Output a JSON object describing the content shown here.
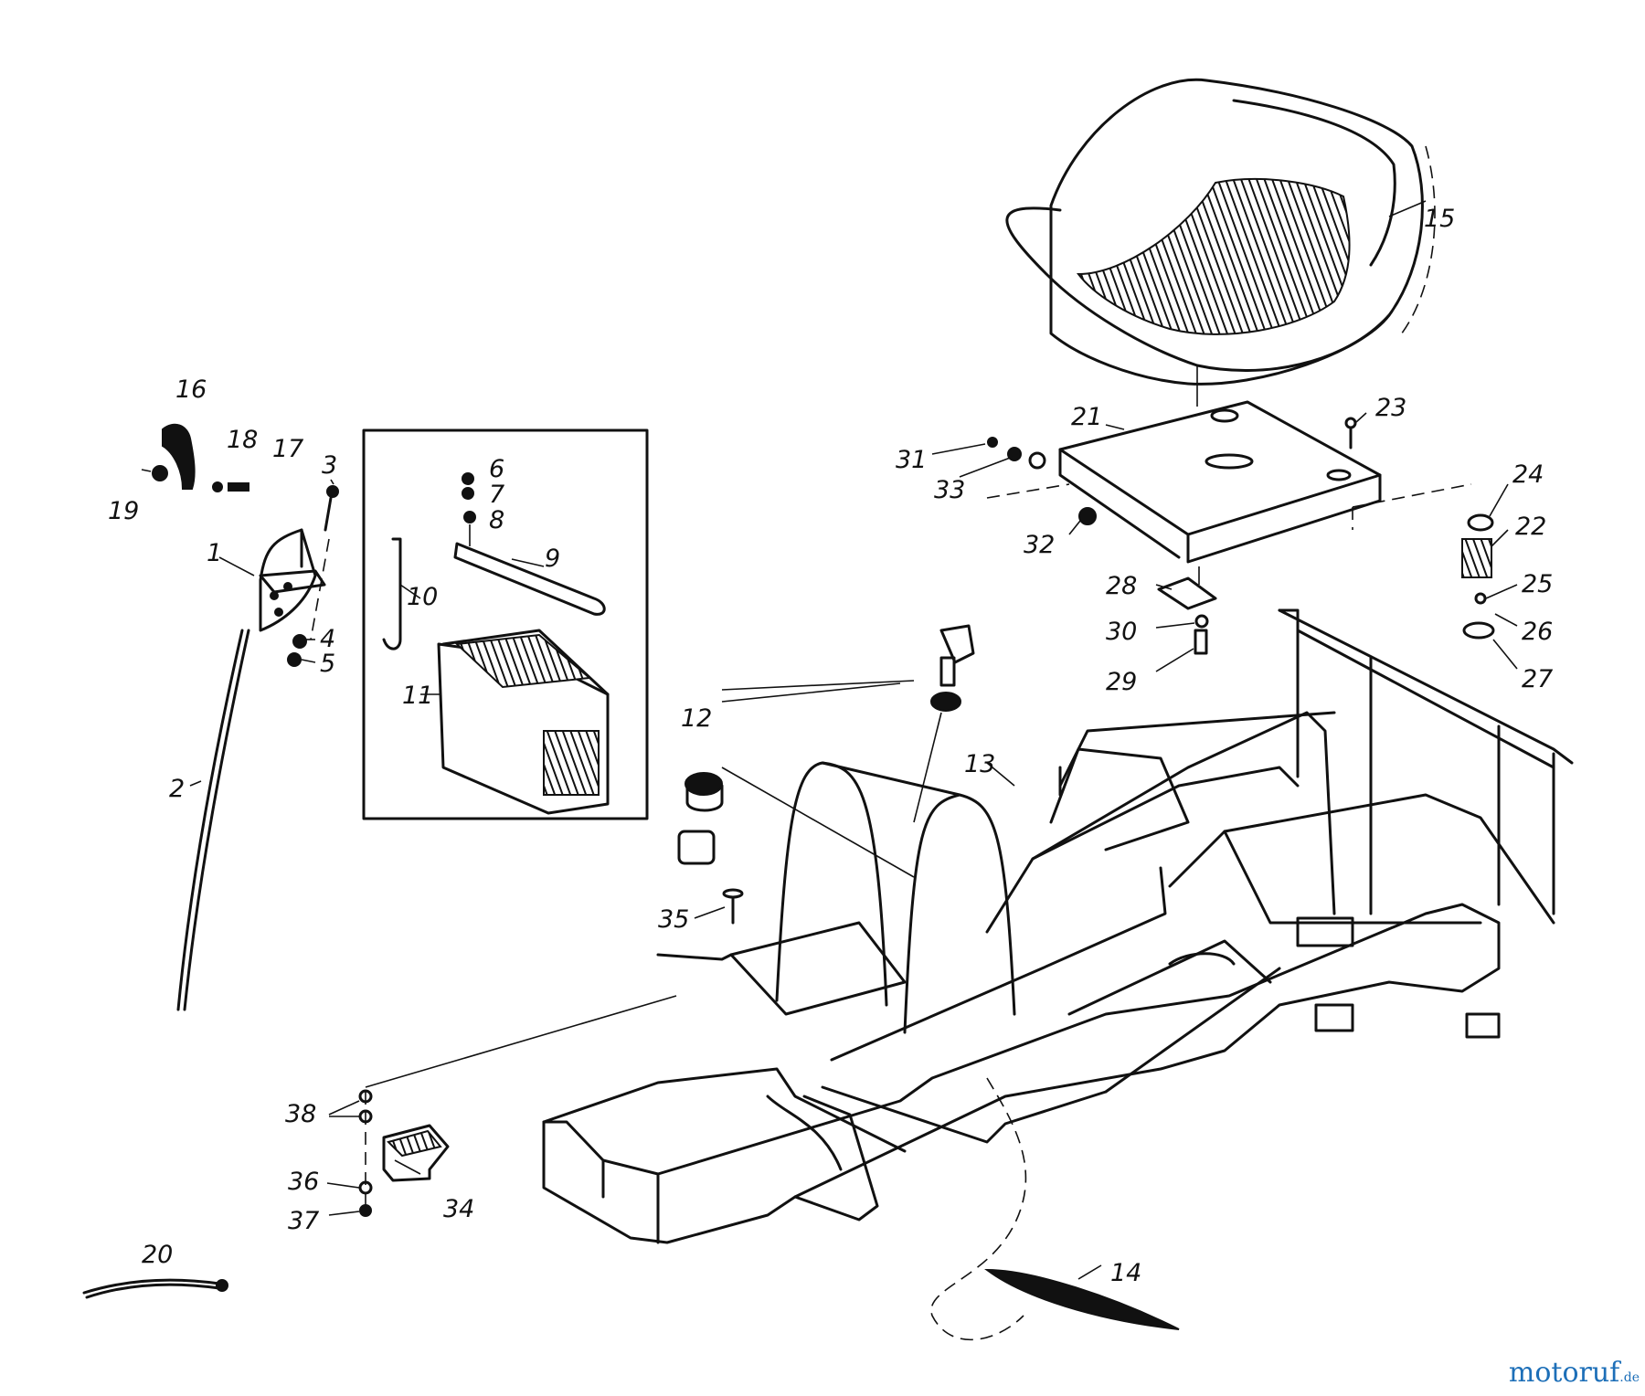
{
  "watermark": {
    "brand": "motoruf",
    "suffix": ".de"
  },
  "labels": [
    "1",
    "2",
    "3",
    "4",
    "5",
    "6",
    "7",
    "8",
    "9",
    "10",
    "11",
    "12",
    "13",
    "14",
    "15",
    "16",
    "17",
    "18",
    "19",
    "20",
    "21",
    "22",
    "23",
    "24",
    "25",
    "26",
    "27",
    "28",
    "29",
    "30",
    "31",
    "32",
    "33",
    "34",
    "35",
    "36",
    "37",
    "38"
  ]
}
